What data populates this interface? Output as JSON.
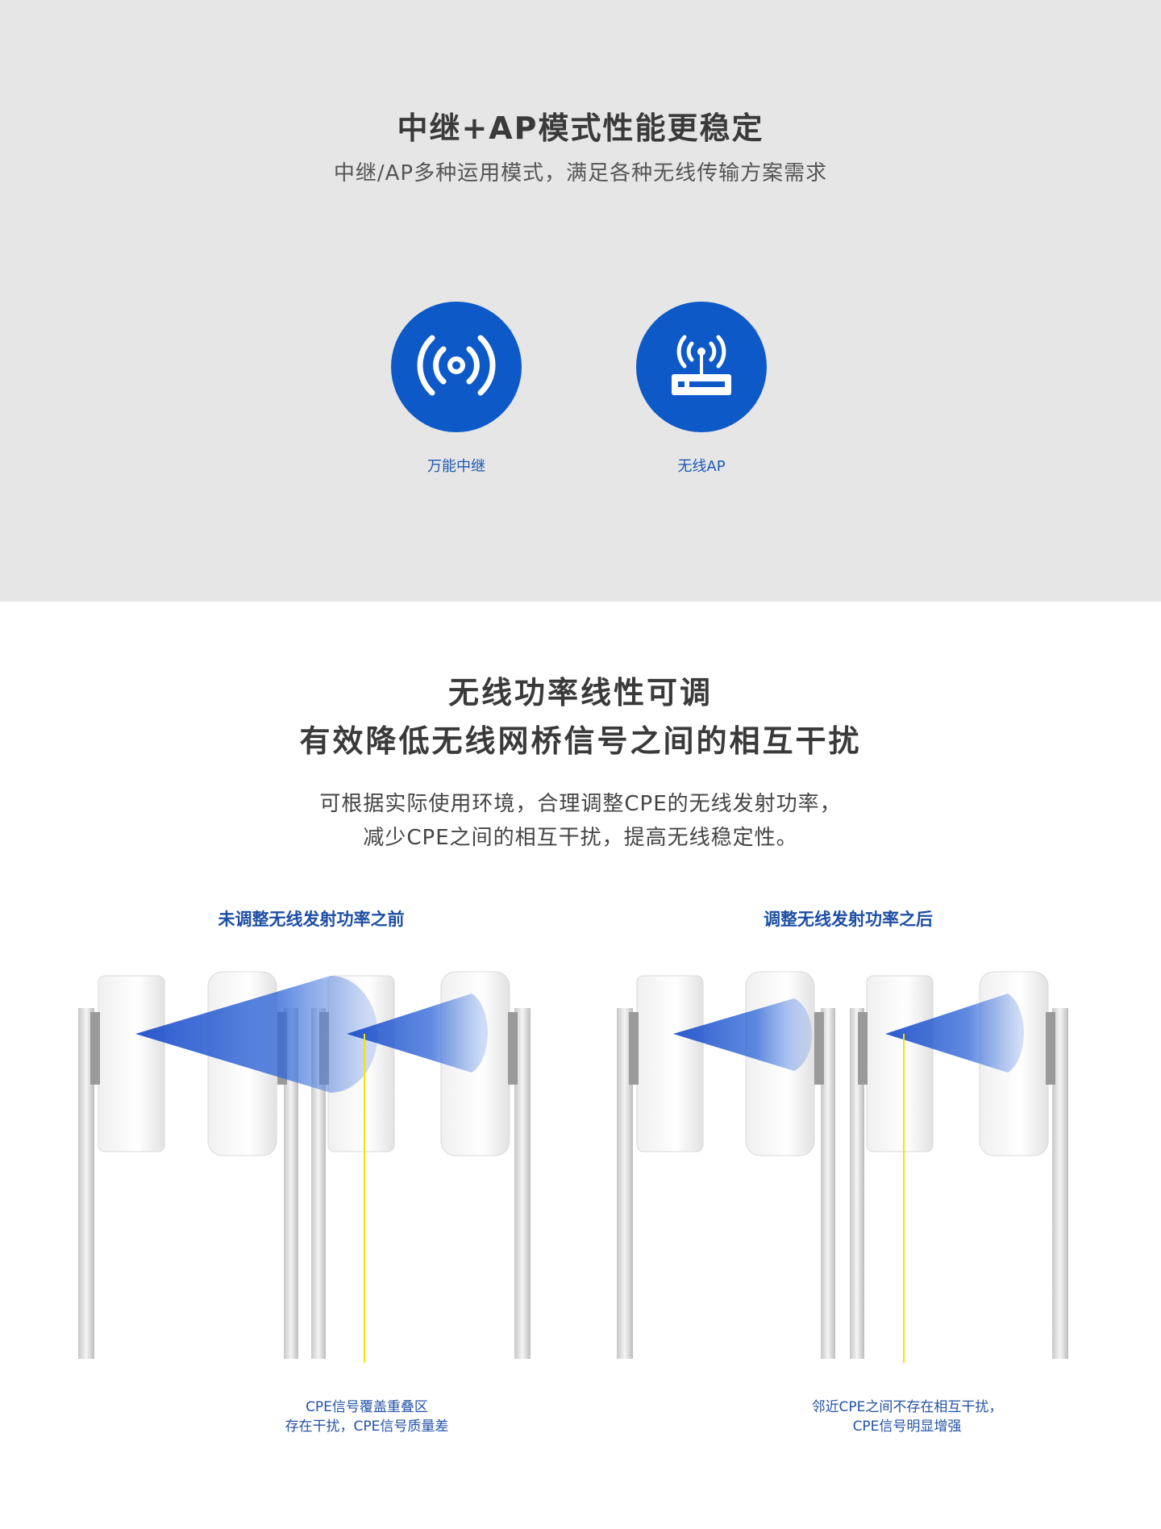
{
  "section1": {
    "title": "中继+AP模式性能更稳定",
    "subtitle": "中继/AP多种运用模式，满足各种无线传输方案需求",
    "modes": [
      {
        "label": "万能中继",
        "icon": "wireless-signal-icon"
      },
      {
        "label": "无线AP",
        "icon": "wireless-router-icon"
      }
    ]
  },
  "section2": {
    "title_line1": "无线功率线性可调",
    "title_line2": "有效降低无线网桥信号之间的相互干扰",
    "desc_line1": "可根据实际使用环境，合理调整CPE的无线发射功率，",
    "desc_line2": "减少CPE之间的相互干扰，提高无线稳定性。",
    "before": {
      "caption": "未调整无线发射功率之前",
      "note_line1": "CPE信号覆盖重叠区",
      "note_line2": "存在干扰，CPE信号质量差"
    },
    "after": {
      "caption": "调整无线发射功率之后",
      "note_line1": "邻近CPE之间不存在相互干扰，",
      "note_line2": "CPE信号明显增强"
    }
  },
  "colors": {
    "accent_blue": "#0d59c8",
    "section_bg": "#e6e6e6",
    "marker_yellow": "#f5e400"
  }
}
